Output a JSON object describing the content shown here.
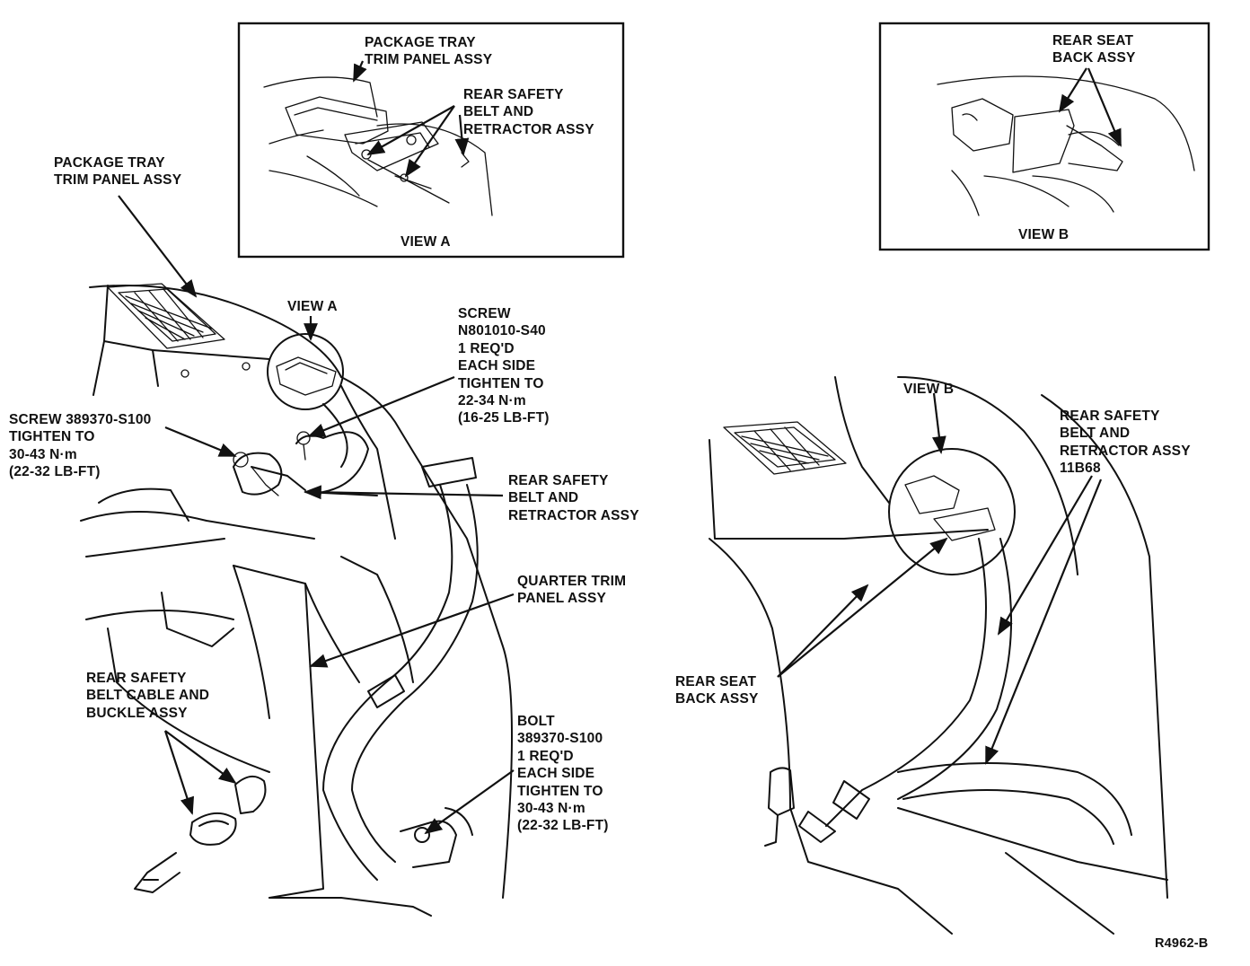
{
  "view_a_inset": {
    "title": "VIEW A",
    "label_tray": "PACKAGE TRAY\nTRIM PANEL ASSY",
    "label_belt": "REAR SAFETY\nBELT AND\nRETRACTOR ASSY"
  },
  "view_b_inset": {
    "title": "VIEW B",
    "label_seat": "REAR SEAT\nBACK ASSY"
  },
  "left_view": {
    "package_tray": "PACKAGE TRAY\nTRIM PANEL ASSY",
    "view_a_callout": "VIEW A",
    "screw_upper": "SCREW\nN801010-S40\n1 REQ'D\nEACH SIDE\nTIGHTEN TO\n22-34 N·m\n(16-25 LB-FT)",
    "screw_left": "SCREW 389370-S100\nTIGHTEN TO\n30-43 N·m\n(22-32 LB-FT)",
    "belt_retractor": "REAR SAFETY\nBELT AND\nRETRACTOR ASSY",
    "quarter_trim": "QUARTER TRIM\nPANEL ASSY",
    "buckle": "REAR SAFETY\nBELT CABLE AND\nBUCKLE ASSY",
    "bolt": "BOLT\n389370-S100\n1 REQ'D\nEACH SIDE\nTIGHTEN TO\n30-43 N·m\n(22-32 LB-FT)"
  },
  "right_view": {
    "view_b_callout": "VIEW B",
    "belt_retractor": "REAR SAFETY\nBELT AND\nRETRACTOR ASSY\n11B68",
    "seat_back": "REAR SEAT\nBACK ASSY"
  },
  "figure_id": "R4962-B"
}
